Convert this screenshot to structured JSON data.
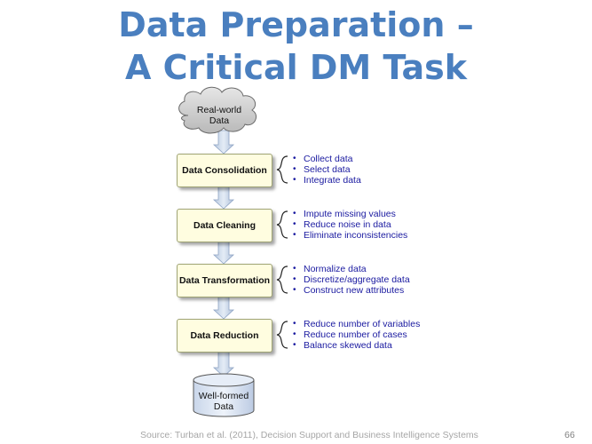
{
  "title": {
    "line1": "Data Preparation –",
    "line2": "A Critical DM Task"
  },
  "input": {
    "line1": "Real-world",
    "line2": "Data"
  },
  "stages": [
    {
      "label": "Data Consolidation",
      "bullets": [
        "Collect data",
        "Select data",
        "Integrate data"
      ]
    },
    {
      "label": "Data Cleaning",
      "bullets": [
        "Impute missing values",
        "Reduce noise in data",
        "Eliminate inconsistencies"
      ]
    },
    {
      "label": "Data Transformation",
      "bullets": [
        "Normalize data",
        "Discretize/aggregate data",
        "Construct new attributes"
      ]
    },
    {
      "label": "Data Reduction",
      "bullets": [
        "Reduce number of variables",
        "Reduce number of cases",
        "Balance skewed data"
      ]
    }
  ],
  "output": {
    "line1": "Well-formed",
    "line2": "Data"
  },
  "footer": {
    "source": "Source:  Turban et al. (2011), Decision Support and Business Intelligence Systems",
    "page": "66"
  },
  "colors": {
    "title": "#4a7fbf",
    "bullet_text": "#1a1aa0",
    "box_fill": "#fffde0",
    "arrow_fill": "#c9d6e8"
  }
}
